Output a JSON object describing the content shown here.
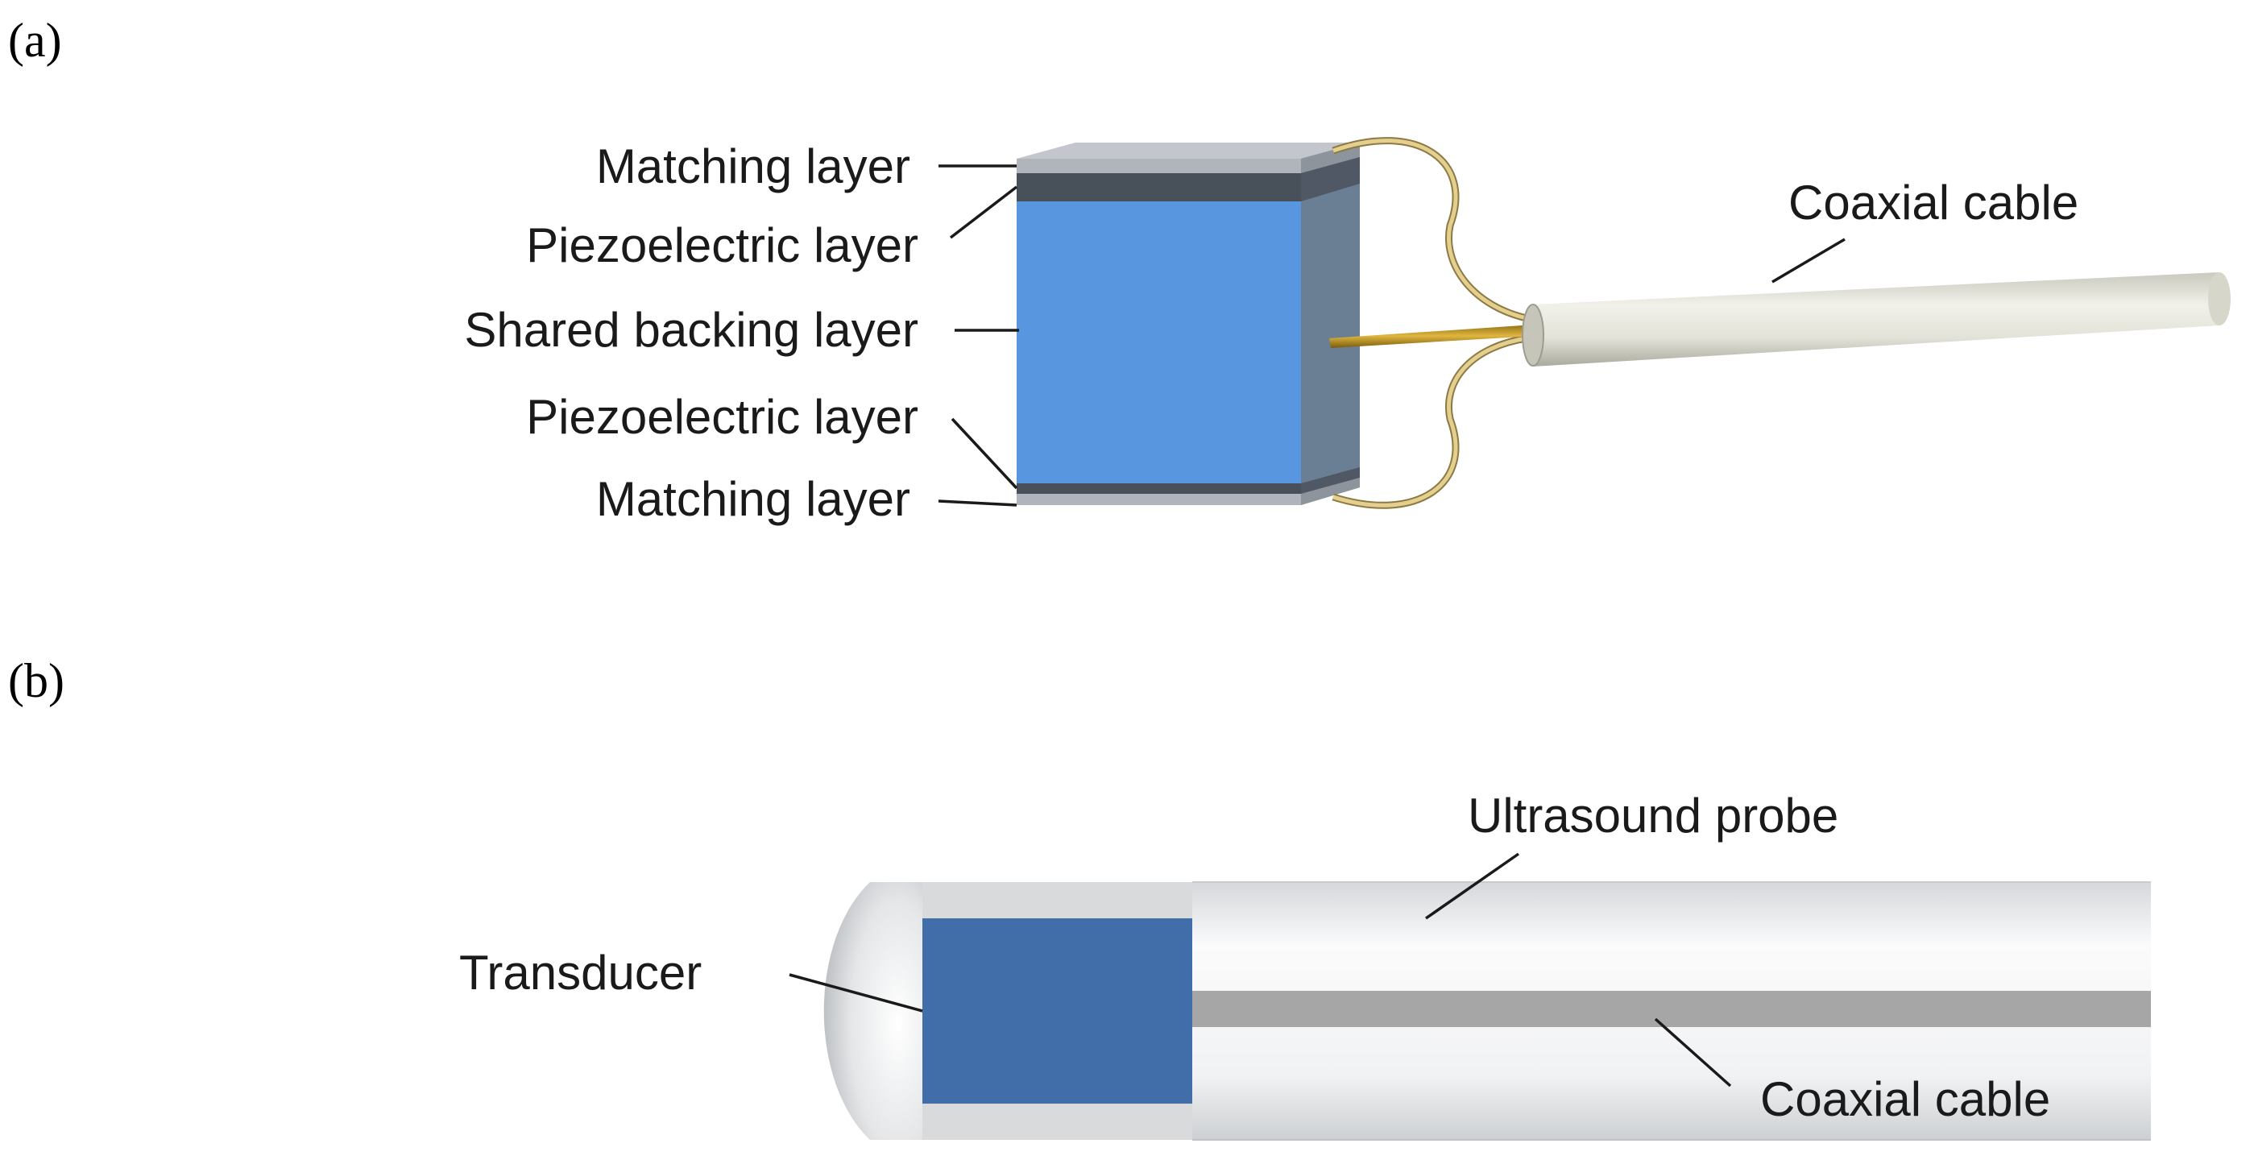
{
  "panel_a": {
    "label": "(a)",
    "callouts": {
      "matching_top": "Matching layer",
      "piezo_top": "Piezoelectric layer",
      "backing": "Shared backing layer",
      "piezo_bottom": "Piezoelectric layer",
      "matching_bottom": "Matching layer",
      "coax": "Coaxial cable"
    }
  },
  "panel_b": {
    "label": "(b)",
    "callouts": {
      "probe": "Ultrasound probe",
      "transducer": "Transducer",
      "coax": "Coaxial cable"
    }
  },
  "colors": {
    "backing_front": "#5897e0",
    "backing_side": "#6a7f94",
    "piezo": "#48505a",
    "matching": "#b0b4bb",
    "wire": "#c9ae6a",
    "cable": "#dcdcd0",
    "transducer_b": "#416ea8",
    "probe_body": "#f3f4f5",
    "coax_b": "#a6a6a6"
  }
}
